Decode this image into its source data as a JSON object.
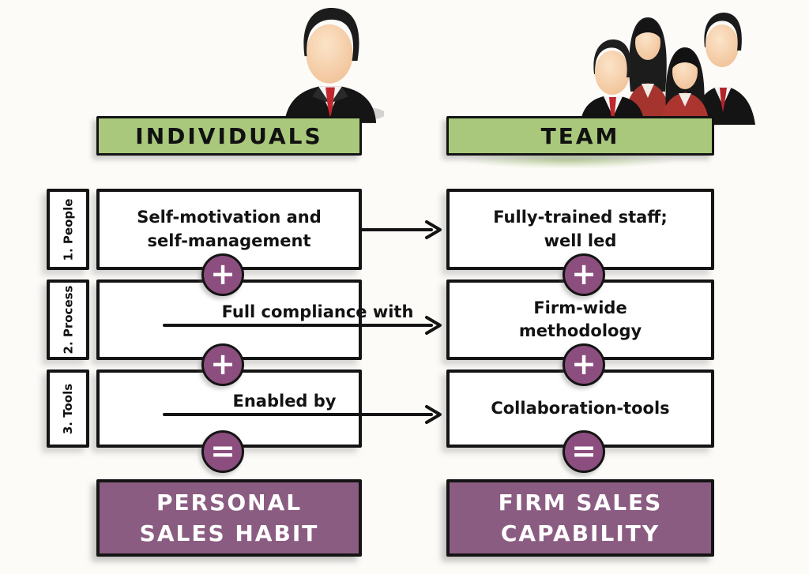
{
  "columns": [
    {
      "header": "INDIVIDUALS",
      "icon": "businessman-icon",
      "result_line1": "PERSONAL",
      "result_line2": "SALES HABIT"
    },
    {
      "header": "TEAM",
      "icon": "team-group-icon",
      "result_line1": "FIRM SALES",
      "result_line2": "CAPABILITY"
    }
  ],
  "rows": [
    {
      "label": "1. People",
      "operator_after": "+",
      "individual_line1": "Self-motivation and",
      "individual_line2": "self-management",
      "team_line1": "Fully-trained staff;",
      "team_line2": "well led"
    },
    {
      "label": "2. Process",
      "operator_after": "+",
      "individual_line1": "Full compliance with",
      "individual_line2": "",
      "team_line1": "Firm-wide",
      "team_line2": "methodology"
    },
    {
      "label": "3. Tools",
      "operator_after": "=",
      "individual_line1": "Enabled by",
      "individual_line2": "",
      "team_line1": "Collaboration-tools",
      "team_line2": ""
    }
  ],
  "colors": {
    "header_green": "#a9c87c",
    "result_purple": "#8b5c81",
    "operator_purple": "#8c4e7e",
    "outline_black": "#141414",
    "tie_red": "#c1272d",
    "background": "#fcfbf8"
  }
}
